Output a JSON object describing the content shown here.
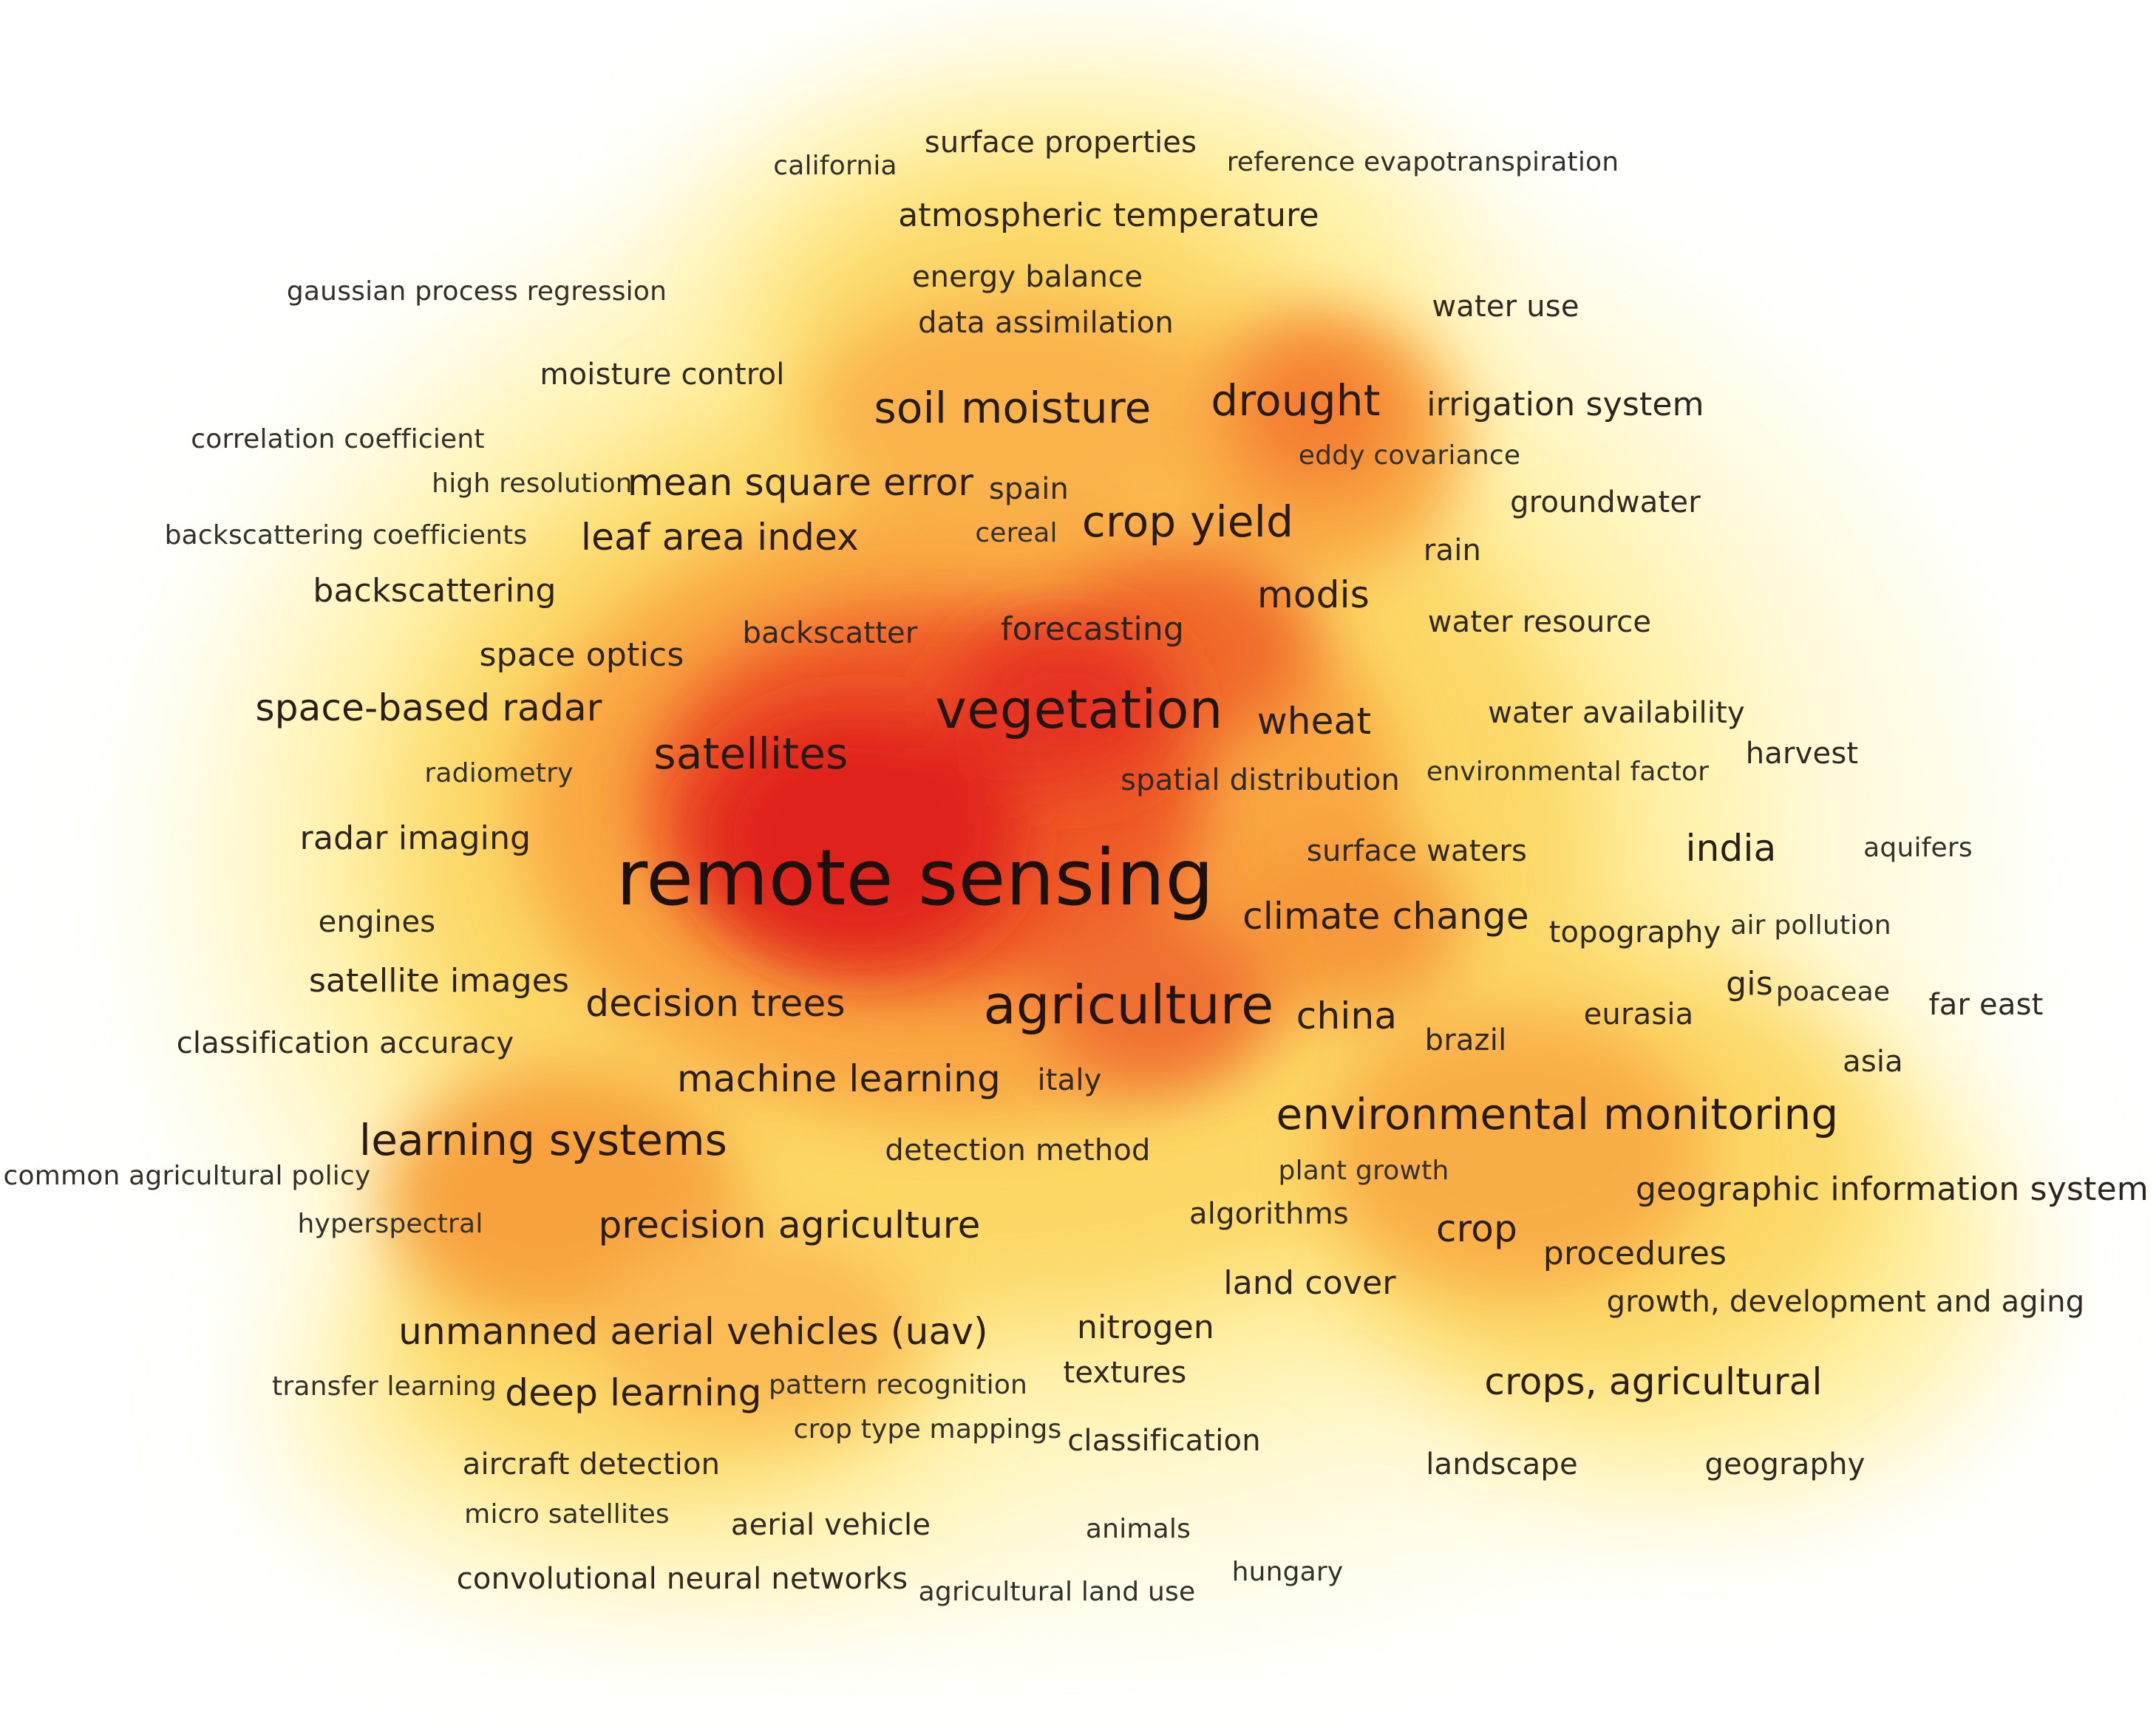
{
  "colors": {
    "hot": "#e0201a",
    "warm": "#f68a2e",
    "mild": "#fbd45a",
    "cool": "#fffbe0",
    "background": "#ffffff"
  },
  "terms": [
    {
      "id": "remote-sensing",
      "label": "remote sensing",
      "weight": "xxl"
    },
    {
      "id": "vegetation",
      "label": "vegetation",
      "weight": "xl"
    },
    {
      "id": "agriculture",
      "label": "agriculture",
      "weight": "xl"
    },
    {
      "id": "satellites",
      "label": "satellites",
      "weight": "l"
    },
    {
      "id": "soil-moisture",
      "label": "soil moisture",
      "weight": "l"
    },
    {
      "id": "drought",
      "label": "drought",
      "weight": "l"
    },
    {
      "id": "crop-yield",
      "label": "crop yield",
      "weight": "l"
    },
    {
      "id": "environmental-monitoring",
      "label": "environmental monitoring",
      "weight": "l"
    },
    {
      "id": "climate-change",
      "label": "climate change",
      "weight": "ml"
    },
    {
      "id": "learning-systems",
      "label": "learning systems",
      "weight": "l"
    },
    {
      "id": "machine-learning",
      "label": "machine learning",
      "weight": "ml"
    },
    {
      "id": "precision-agriculture",
      "label": "precision agriculture",
      "weight": "ml"
    },
    {
      "id": "china",
      "label": "china",
      "weight": "ml"
    },
    {
      "id": "modis",
      "label": "modis",
      "weight": "ml"
    },
    {
      "id": "wheat",
      "label": "wheat",
      "weight": "ml"
    },
    {
      "id": "decision-trees",
      "label": "decision trees",
      "weight": "ml"
    },
    {
      "id": "unmanned-aerial-vehicles",
      "label": "unmanned aerial vehicles (uav)",
      "weight": "ml"
    },
    {
      "id": "deep-learning",
      "label": "deep learning",
      "weight": "ml"
    },
    {
      "id": "crop",
      "label": "crop",
      "weight": "ml"
    },
    {
      "id": "india",
      "label": "india",
      "weight": "ml"
    },
    {
      "id": "mean-square-error",
      "label": "mean square error",
      "weight": "ml"
    },
    {
      "id": "leaf-area-index",
      "label": "leaf area index",
      "weight": "ml"
    },
    {
      "id": "space-based-radar",
      "label": "space-based radar",
      "weight": "ml"
    },
    {
      "id": "crops-agricultural",
      "label": "crops, agricultural",
      "weight": "ml"
    },
    {
      "id": "atmospheric-temperature",
      "label": "atmospheric temperature",
      "weight": "m"
    },
    {
      "id": "irrigation-system",
      "label": "irrigation system",
      "weight": "m"
    },
    {
      "id": "backscattering",
      "label": "backscattering",
      "weight": "m"
    },
    {
      "id": "forecasting",
      "label": "forecasting",
      "weight": "m"
    },
    {
      "id": "space-optics",
      "label": "space optics",
      "weight": "m"
    },
    {
      "id": "radar-imaging",
      "label": "radar imaging",
      "weight": "m"
    },
    {
      "id": "satellite-images",
      "label": "satellite images",
      "weight": "m"
    },
    {
      "id": "geographic-information-system",
      "label": "geographic information system",
      "weight": "m"
    },
    {
      "id": "land-cover",
      "label": "land cover",
      "weight": "m"
    },
    {
      "id": "procedures",
      "label": "procedures",
      "weight": "m"
    },
    {
      "id": "nitrogen",
      "label": "nitrogen",
      "weight": "m"
    },
    {
      "id": "gis",
      "label": "gis",
      "weight": "m"
    },
    {
      "id": "surface-properties",
      "label": "surface properties",
      "weight": "s"
    },
    {
      "id": "energy-balance",
      "label": "energy balance",
      "weight": "s"
    },
    {
      "id": "data-assimilation",
      "label": "data assimilation",
      "weight": "s"
    },
    {
      "id": "water-use",
      "label": "water use",
      "weight": "s"
    },
    {
      "id": "moisture-control",
      "label": "moisture control",
      "weight": "s"
    },
    {
      "id": "groundwater",
      "label": "groundwater",
      "weight": "s"
    },
    {
      "id": "rain",
      "label": "rain",
      "weight": "s"
    },
    {
      "id": "water-resource",
      "label": "water resource",
      "weight": "s"
    },
    {
      "id": "water-availability",
      "label": "water availability",
      "weight": "s"
    },
    {
      "id": "spatial-distribution",
      "label": "spatial distribution",
      "weight": "s"
    },
    {
      "id": "surface-waters",
      "label": "surface waters",
      "weight": "s"
    },
    {
      "id": "detection-method",
      "label": "detection method",
      "weight": "s"
    },
    {
      "id": "growth-development-aging",
      "label": "growth, development and aging",
      "weight": "s"
    },
    {
      "id": "aircraft-detection",
      "label": "aircraft detection",
      "weight": "s"
    },
    {
      "id": "convolutional-neural-networks",
      "label": "convolutional neural networks",
      "weight": "s"
    },
    {
      "id": "aerial-vehicle",
      "label": "aerial vehicle",
      "weight": "s"
    },
    {
      "id": "classification",
      "label": "classification",
      "weight": "s"
    },
    {
      "id": "textures",
      "label": "textures",
      "weight": "s"
    },
    {
      "id": "algorithms",
      "label": "algorithms",
      "weight": "s"
    },
    {
      "id": "classification-accuracy",
      "label": "classification accuracy",
      "weight": "s"
    },
    {
      "id": "eurasia",
      "label": "eurasia",
      "weight": "s"
    },
    {
      "id": "harvest",
      "label": "harvest",
      "weight": "s"
    },
    {
      "id": "topography",
      "label": "topography",
      "weight": "s"
    },
    {
      "id": "engines",
      "label": "engines",
      "weight": "s"
    },
    {
      "id": "backscatter",
      "label": "backscatter",
      "weight": "s"
    },
    {
      "id": "landscape",
      "label": "landscape",
      "weight": "s"
    },
    {
      "id": "geography",
      "label": "geography",
      "weight": "s"
    },
    {
      "id": "brazil",
      "label": "brazil",
      "weight": "s"
    },
    {
      "id": "spain",
      "label": "spain",
      "weight": "s"
    },
    {
      "id": "far-east",
      "label": "far east",
      "weight": "s"
    },
    {
      "id": "asia",
      "label": "asia",
      "weight": "s"
    },
    {
      "id": "italy",
      "label": "italy",
      "weight": "s"
    },
    {
      "id": "gaussian-process-regression",
      "label": "gaussian process regression",
      "weight": "xs"
    },
    {
      "id": "correlation-coefficient",
      "label": "correlation coefficient",
      "weight": "xs"
    },
    {
      "id": "high-resolution",
      "label": "high resolution",
      "weight": "xs"
    },
    {
      "id": "backscattering-coefficients",
      "label": "backscattering coefficients",
      "weight": "xs"
    },
    {
      "id": "reference-evapotranspiration",
      "label": "reference evapotranspiration",
      "weight": "xs"
    },
    {
      "id": "california",
      "label": "california",
      "weight": "xs"
    },
    {
      "id": "eddy-covariance",
      "label": "eddy covariance",
      "weight": "xs"
    },
    {
      "id": "cereal",
      "label": "cereal",
      "weight": "xs"
    },
    {
      "id": "radiometry",
      "label": "radiometry",
      "weight": "xs"
    },
    {
      "id": "environmental-factor",
      "label": "environmental factor",
      "weight": "xs"
    },
    {
      "id": "aquifers",
      "label": "aquifers",
      "weight": "xs"
    },
    {
      "id": "air-pollution",
      "label": "air pollution",
      "weight": "xs"
    },
    {
      "id": "poaceae",
      "label": "poaceae",
      "weight": "xs"
    },
    {
      "id": "common-agricultural-policy",
      "label": "common agricultural policy",
      "weight": "xs"
    },
    {
      "id": "hyperspectral",
      "label": "hyperspectral",
      "weight": "xs"
    },
    {
      "id": "plant-growth",
      "label": "plant growth",
      "weight": "xs"
    },
    {
      "id": "transfer-learning",
      "label": "transfer learning",
      "weight": "xs"
    },
    {
      "id": "pattern-recognition",
      "label": "pattern recognition",
      "weight": "xs"
    },
    {
      "id": "crop-type-mappings",
      "label": "crop type mappings",
      "weight": "xs"
    },
    {
      "id": "micro-satellites",
      "label": "micro satellites",
      "weight": "xs"
    },
    {
      "id": "animals",
      "label": "animals",
      "weight": "xs"
    },
    {
      "id": "hungary",
      "label": "hungary",
      "weight": "xs"
    },
    {
      "id": "agricultural-land-use",
      "label": "agricultural land use",
      "weight": "xs"
    }
  ]
}
